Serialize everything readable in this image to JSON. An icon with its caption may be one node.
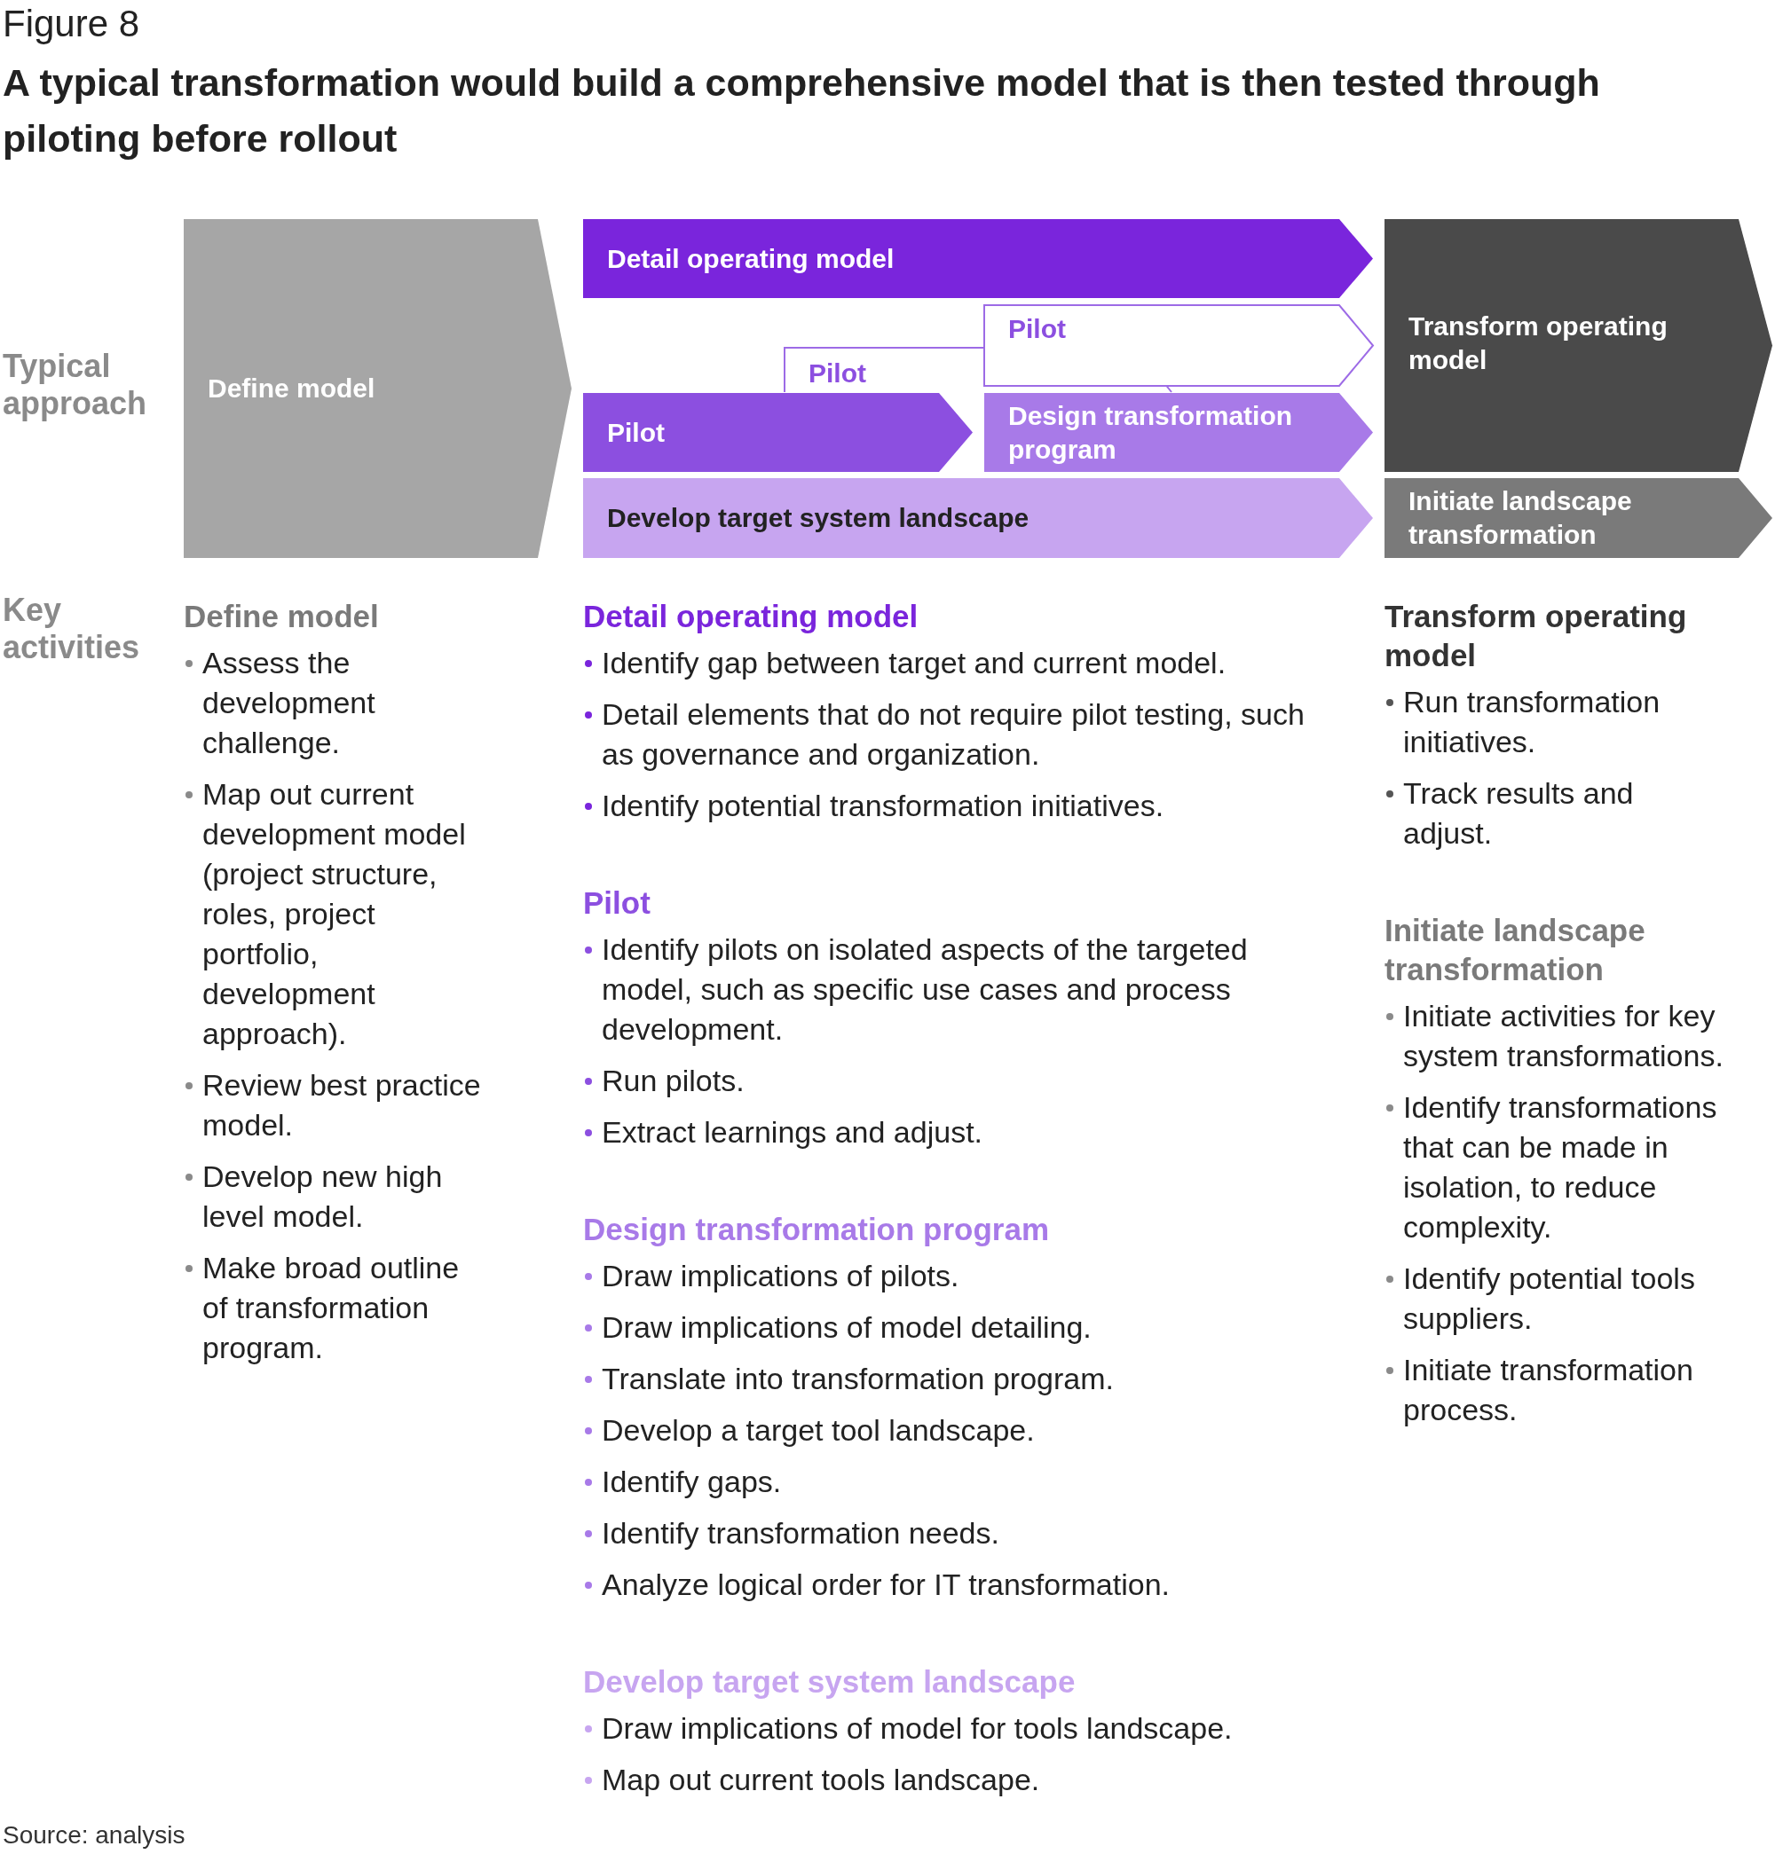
{
  "diagram": {
    "title": "A typical transformation would build a comprehensive model that is then tested through piloting before rollout",
    "caption": "Source: analysis",
    "nodes": [
      {
        "text": [
          "Define model"
        ]
      },
      {
        "text": [
          "Detail operating model"
        ]
      },
      {
        "text": [
          "Pilot"
        ]
      },
      {
        "text": [
          "Pilot"
        ]
      },
      {
        "text": [
          "Pilot"
        ]
      },
      {
        "text": [
          "Design transformation program"
        ]
      },
      {
        "text": [
          "Develop target system landscape"
        ]
      },
      {
        "text": [
          "Transform operating model"
        ]
      },
      {
        "text": [
          "Initiate landscape transformation"
        ]
      }
    ],
    "edges": [],
    "labels": [
      "Figure 8",
      "Typical approach",
      "Key activities",
      "Define model",
      "Assess the development challenge.",
      "Map out current development model (project structure, roles, project portfolio, development approach).",
      "Review best practice model.",
      "Develop new high level model.",
      "Make broad outline of transformation program.",
      "Detail operating model",
      "Identify gap between target and current model.",
      "Detail elements that do not require pilot testing, such as governance and organization.",
      "Identify potential transformation initiatives.",
      "Pilot",
      "Identify pilots on isolated aspects of the targeted model, such as specific use cases and process development.",
      "Run pilots.",
      "Extract learnings and adjust.",
      "Design transformation program",
      "Draw implications of pilots.",
      "Draw implications of model detailing.",
      "Translate into transformation program.",
      "Develop a target tool landscape.",
      "Identify gaps.",
      "Identify transformation needs.",
      "Analyze logical order for IT transformation.",
      "Develop target system landscape",
      "Draw implications of model for tools landscape.",
      "Map out current tools landscape.",
      "Transform operating model",
      "Run transformation initiatives.",
      "Track results and adjust.",
      "Initiate landscape transformation",
      "Initiate activities for key system transformations.",
      "Identify transformations that can be made in isolation, to reduce complexity.",
      "Identify potential tools suppliers.",
      "Initiate transformation process."
    ]
  }
}
